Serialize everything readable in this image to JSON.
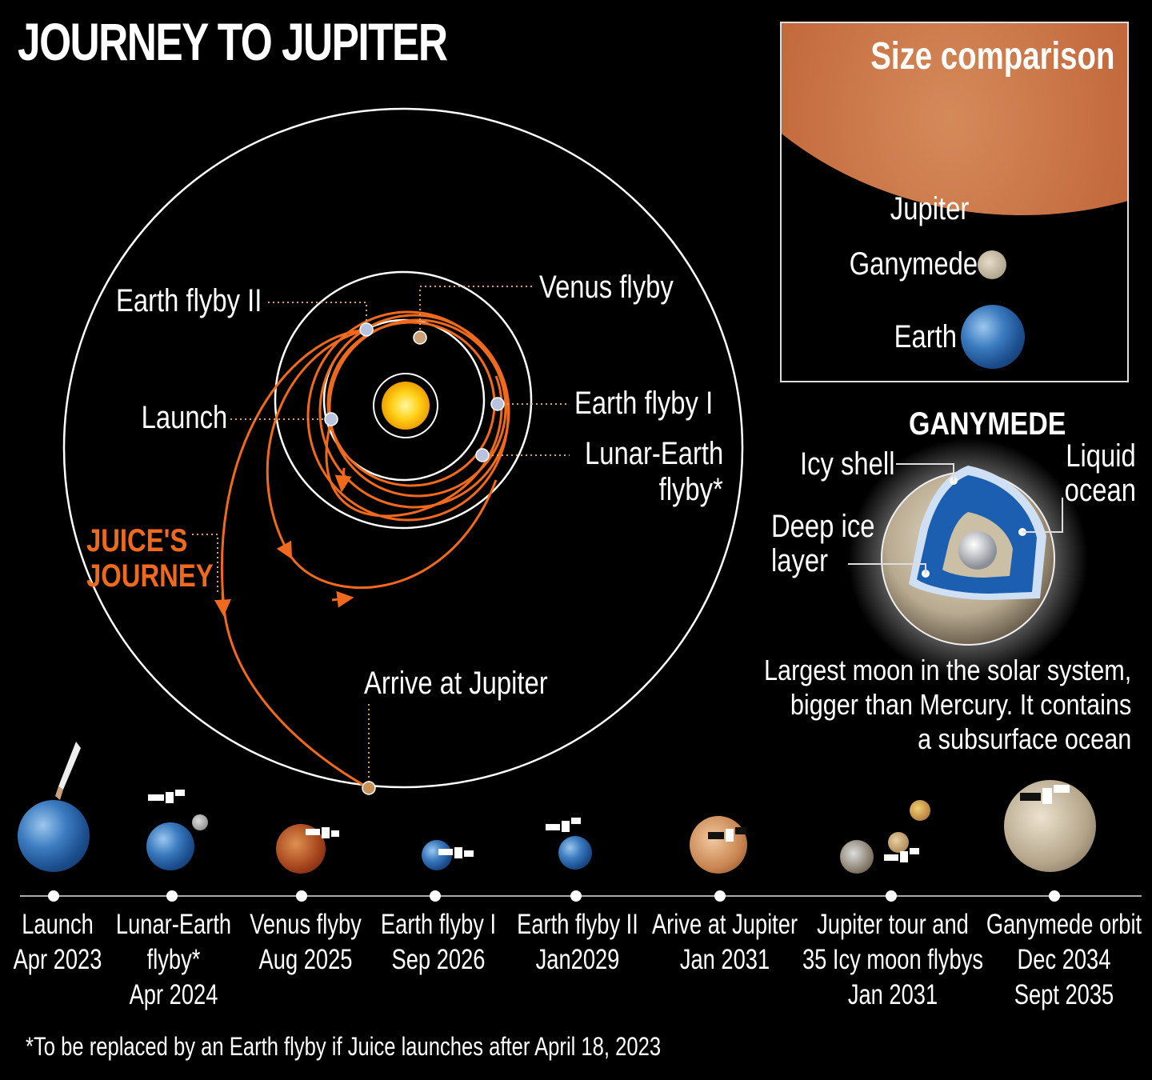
{
  "title": "JOURNEY TO JUPITER",
  "orbit_labels": {
    "earth_flyby_2": "Earth flyby II",
    "venus_flyby": "Venus flyby",
    "launch": "Launch",
    "earth_flyby_1": "Earth flyby I",
    "lunar_earth_1": "Lunar-Earth",
    "lunar_earth_2": "flyby*",
    "juice_1": "JUICE'S",
    "juice_2": "JOURNEY",
    "arrive": "Arrive at Jupiter"
  },
  "size_comparison": {
    "title": "Size comparison",
    "jupiter": "Jupiter",
    "ganymede": "Ganymede",
    "earth": "Earth"
  },
  "ganymede": {
    "title": "GANYMEDE",
    "icy_shell": "Icy shell",
    "liquid_1": "Liquid",
    "liquid_2": "ocean",
    "deep_1": "Deep ice",
    "deep_2": "layer",
    "desc_1": "Largest moon in the solar system,",
    "desc_2": "bigger than Mercury. It contains",
    "desc_3": "a subsurface ocean"
  },
  "timeline": [
    {
      "l1": "Launch",
      "l2": "Apr 2023",
      "l3": ""
    },
    {
      "l1": "Lunar-Earth",
      "l2": "flyby*",
      "l3": "Apr 2024"
    },
    {
      "l1": "Venus flyby",
      "l2": "Aug 2025",
      "l3": ""
    },
    {
      "l1": "Earth flyby I",
      "l2": "Sep 2026",
      "l3": ""
    },
    {
      "l1": "Earth flyby II",
      "l2": "Jan2029",
      "l3": ""
    },
    {
      "l1": "Arive at Jupiter",
      "l2": "Jan 2031",
      "l3": ""
    },
    {
      "l1": "Jupiter tour and",
      "l2": "35 Icy moon flybys",
      "l3": "Jan 2031"
    },
    {
      "l1": "Ganymede orbit",
      "l2": "Dec 2034",
      "l3": "Sept 2035"
    }
  ],
  "footnote": "*To be replaced by an Earth flyby if Juice launches after April 18, 2023",
  "colors": {
    "trajectory": "#f06a1e",
    "orbit": "#ffffff",
    "leader": "#d7a25a",
    "sun": "#ffd21a"
  }
}
